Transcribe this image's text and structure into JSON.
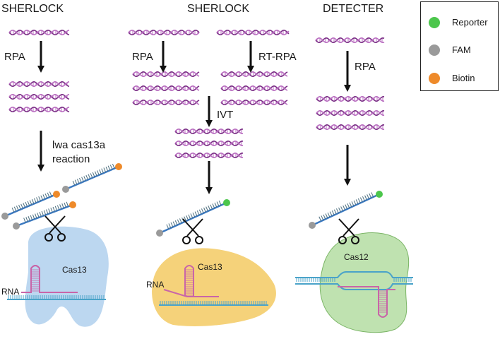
{
  "columns": [
    {
      "title": "SHERLOCK",
      "steps": [
        "RPA",
        "lwa cas13a\nreaction"
      ],
      "enzyme": "Cas13",
      "rna_label": "RNA"
    },
    {
      "title": "SHERLOCK",
      "steps": [
        "RPA",
        "RT-RPA",
        "IVT"
      ],
      "enzyme": "Cas13",
      "rna_label": "RNA"
    },
    {
      "title": "DETECTER",
      "steps": [
        "RPA"
      ],
      "enzyme": "Cas12"
    }
  ],
  "legend": [
    {
      "label": "Reporter",
      "color": "#4cc64c"
    },
    {
      "label": "FAM",
      "color": "#9a9a9a"
    },
    {
      "label": "Biotin",
      "color": "#ee8a2a"
    }
  ],
  "colors": {
    "dna_a": "#7b2f86",
    "dna_b": "#b96ec0",
    "probe": "#3a78c0",
    "rungs": "#4d6f7f",
    "cas13_left": "#bcd7f0",
    "cas13_mid": "#f5d27a",
    "cas12": "#bfe2b0",
    "rna_hairpin": "#c965a8",
    "target_strand": "#4aa3c9"
  }
}
